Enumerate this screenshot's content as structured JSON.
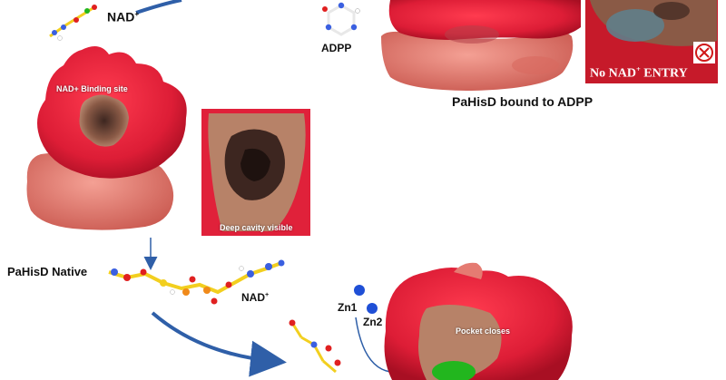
{
  "labels": {
    "nad_top": "NAD",
    "nad_top_sup": "+",
    "adpp": "ADPP",
    "bound_caption": "PaHisD bound to ADPP",
    "no_entry": "No NAD",
    "no_entry_sup": "+",
    "no_entry_tail": " ENTRY",
    "binding_site": "NAD+ Binding site",
    "deep_cavity": "Deep cavity visible",
    "native_caption": "PaHisD Native",
    "nad_mid": "NAD",
    "nad_mid_sup": "+",
    "zn1": "Zn1",
    "zn2": "Zn2",
    "pocket_closes": "Pocket closes"
  },
  "colors": {
    "protein_red": "#e0213a",
    "protein_salmon": "#e57b72",
    "pocket_brown": "#9a6a55",
    "arrow_blue": "#2f5fa8",
    "zinc_blue": "#1f4fd6",
    "carbon_yellow": "#f2cf1f",
    "oxygen_red": "#e02020",
    "nitrogen_blue": "#3a5fe0",
    "phosphorus_orange": "#f08a1a",
    "ligand_green": "#22b61e",
    "no_entry_bg": "#c61a2a"
  },
  "icons": {
    "no_entry_icon": "circled-x"
  }
}
